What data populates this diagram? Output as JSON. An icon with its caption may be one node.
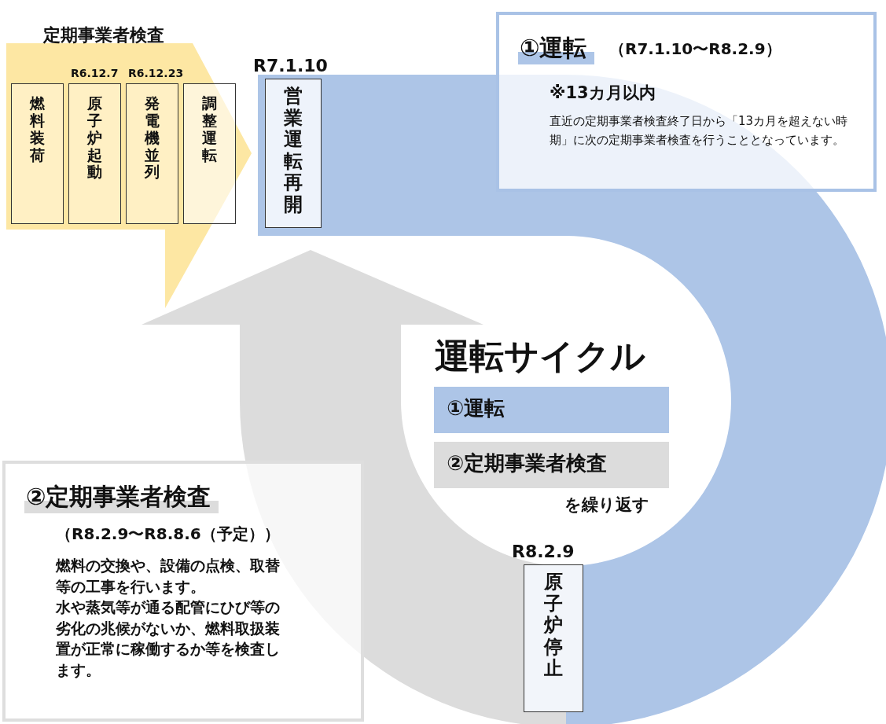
{
  "diagram": {
    "nodes": [
      {
        "text": [
          "定期事業者検査"
        ]
      },
      {
        "text": [
          "燃料装荷"
        ],
        "in": 0
      },
      {
        "text": [
          "原子炉起動"
        ],
        "in": 0,
        "beside": [
          "R6.12.7"
        ]
      },
      {
        "text": [
          "発電機並列"
        ],
        "in": 0,
        "beside": [
          "R6.12.23"
        ]
      },
      {
        "text": [
          "調整運転"
        ],
        "in": 0
      },
      {
        "text": [
          "営業運転再開"
        ],
        "beside": [
          "R7.1.10"
        ]
      },
      {
        "text": [
          "①運転",
          "（R7.1.10〜R8.2.9）",
          "※13カ月以内",
          "直近の定期事業者検査終了日から「13カ月を超えない時期」に次の定期事業者検査を行うこととなっています。"
        ]
      },
      {
        "text": [
          "①運転"
        ]
      },
      {
        "text": [
          "②定期事業者検査"
        ]
      },
      {
        "text": [
          "②定期事業者検査",
          "（R8.2.9〜R8.8.6（予定））",
          "燃料の交換や、設備の点検、取替等の工事を行います。",
          "水や蒸気等が通る配管にひび等の劣化の兆候がないか、燃料取扱装置が正常に稼働するか等を検査します。"
        ]
      },
      {
        "text": [
          "原子炉停止"
        ],
        "beside": [
          "R8.2.9"
        ]
      }
    ],
    "labels": [
      "運転サイクル",
      "を繰り返す"
    ]
  }
}
